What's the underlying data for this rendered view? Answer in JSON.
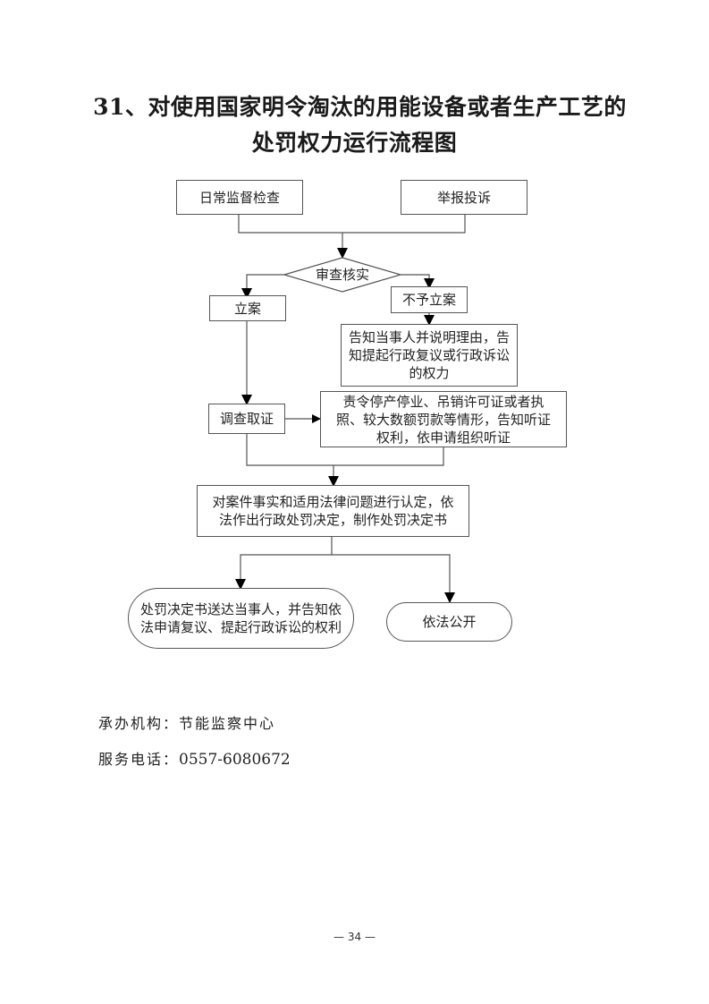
{
  "title": {
    "line1": "31、对使用国家明令淘汰的用能设备或者生产工艺的",
    "line2": "处罚权力运行流程图"
  },
  "flow": {
    "nodes": {
      "daily_inspection": "日常监督检查",
      "report_complaint": "举报投诉",
      "review_verify": "审查核实",
      "file_case": "立案",
      "no_case": "不予立案",
      "notify_reason": "告知当事人并说明理由，告知提起行政复议或行政诉讼的权力",
      "investigate": "调查取证",
      "hearing": "责令停产停业、吊销许可证或者执照、较大数额罚款等情形，告知听证权利，依申请组织听证",
      "decision": "对案件事实和适用法律问题进行认定，依法作出行政处罚决定，制作处罚决定书",
      "deliver": "处罚决定书送达当事人，并告知依法申请复议、提起行政诉讼的权利",
      "publicize": "依法公开"
    }
  },
  "footer": {
    "org_label": "承办机构：",
    "org_value": "节能监察中心",
    "phone_label": "服务电话：",
    "phone_value": "0557-6080672"
  },
  "page_number": "— 34 —"
}
